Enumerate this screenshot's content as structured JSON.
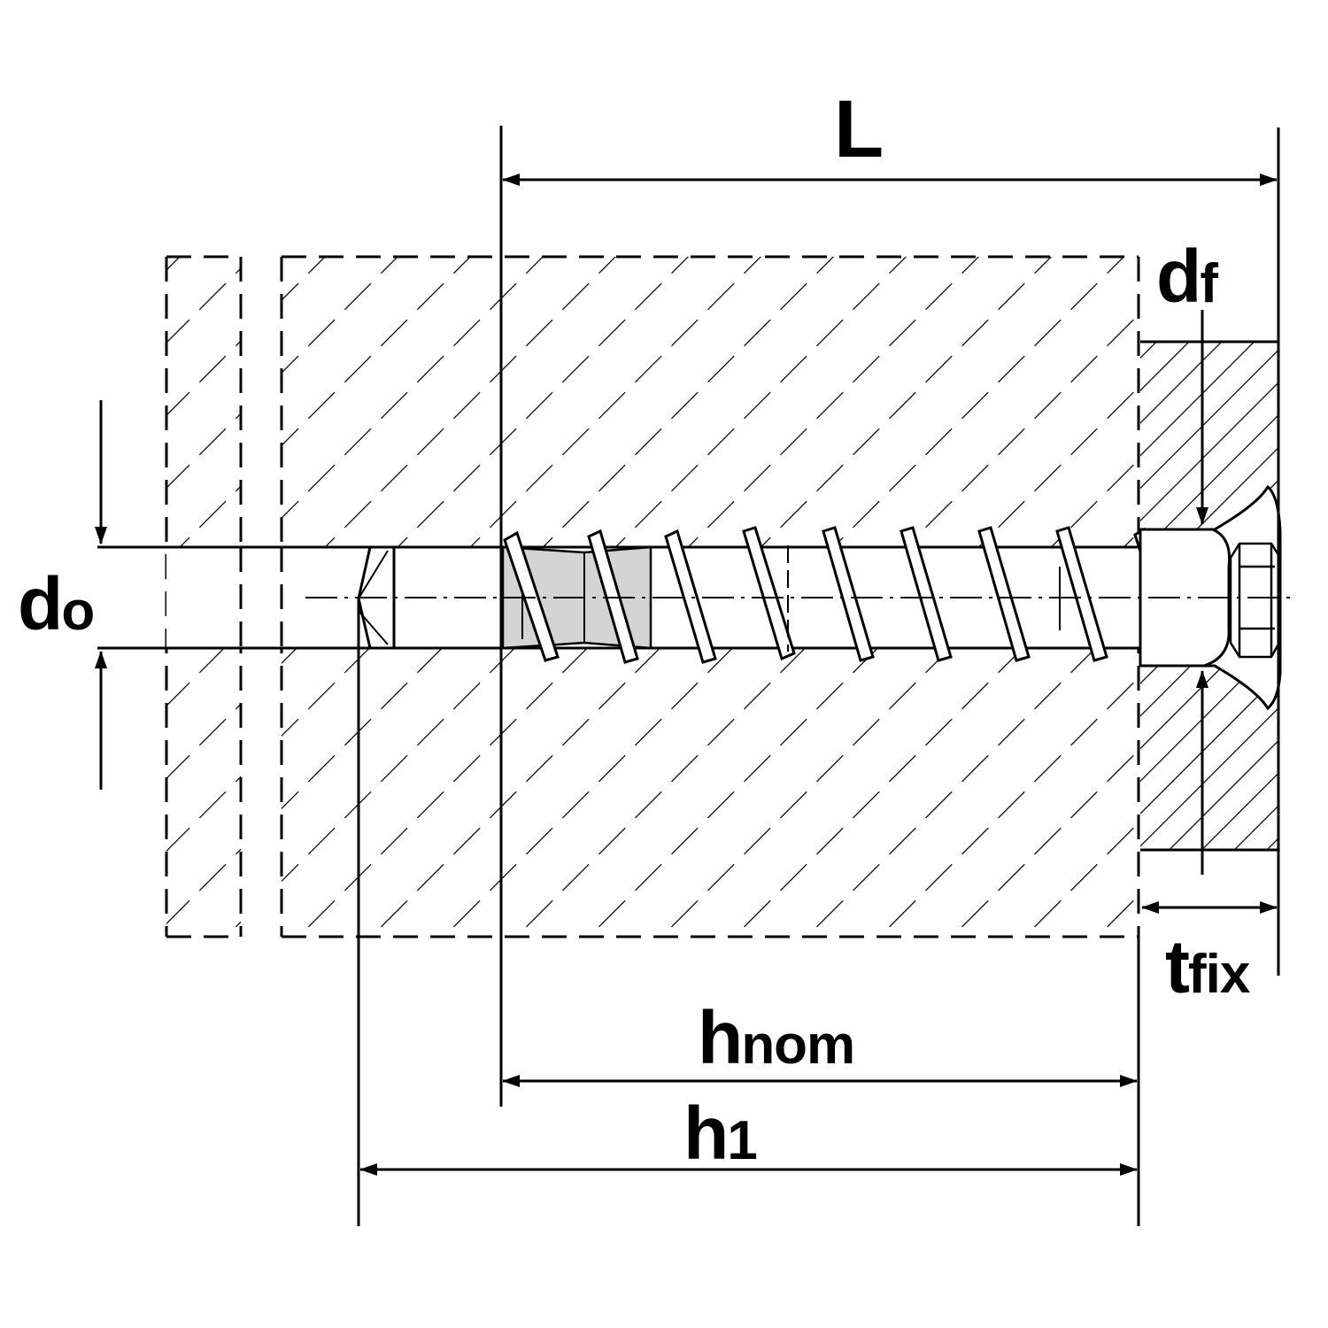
{
  "diagram": {
    "labels": {
      "length": {
        "main": "L",
        "sub": ""
      },
      "fixture_hole_diameter": {
        "main": "d",
        "sub": "f"
      },
      "drill_hole_diameter": {
        "main": "d",
        "sub": "o"
      },
      "fixture_thickness": {
        "main": "t",
        "sub": "fix"
      },
      "nominal_embedment_depth": {
        "main": "h",
        "sub": "nom"
      },
      "drill_hole_depth": {
        "main": "h",
        "sub": "1"
      }
    },
    "colors": {
      "line": "#000000",
      "background": "#ffffff",
      "shaded_sleeve": "#d4d4d4"
    }
  }
}
